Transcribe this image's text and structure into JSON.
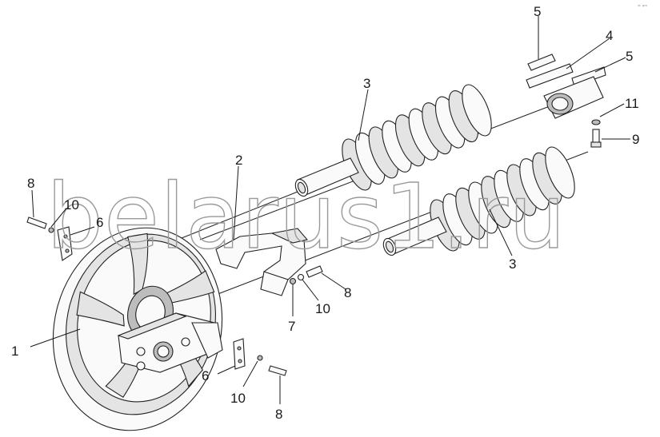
{
  "figure": {
    "corner_mark": "ˢᵗ ᵍᵐ",
    "watermark": "belarus1.ru"
  },
  "callouts": [
    {
      "id": "c1",
      "text": "1"
    },
    {
      "id": "c2",
      "text": "2"
    },
    {
      "id": "c3a",
      "text": "3"
    },
    {
      "id": "c3b",
      "text": "3"
    },
    {
      "id": "c4",
      "text": "4"
    },
    {
      "id": "c5a",
      "text": "5"
    },
    {
      "id": "c5b",
      "text": "5"
    },
    {
      "id": "c6a",
      "text": "6"
    },
    {
      "id": "c6b",
      "text": "6"
    },
    {
      "id": "c7",
      "text": "7"
    },
    {
      "id": "c8a",
      "text": "8"
    },
    {
      "id": "c8b",
      "text": "8"
    },
    {
      "id": "c8c",
      "text": "8"
    },
    {
      "id": "c9",
      "text": "9"
    },
    {
      "id": "c10a",
      "text": "10"
    },
    {
      "id": "c10b",
      "text": "10"
    },
    {
      "id": "c10c",
      "text": "10"
    },
    {
      "id": "c11",
      "text": "11"
    }
  ]
}
